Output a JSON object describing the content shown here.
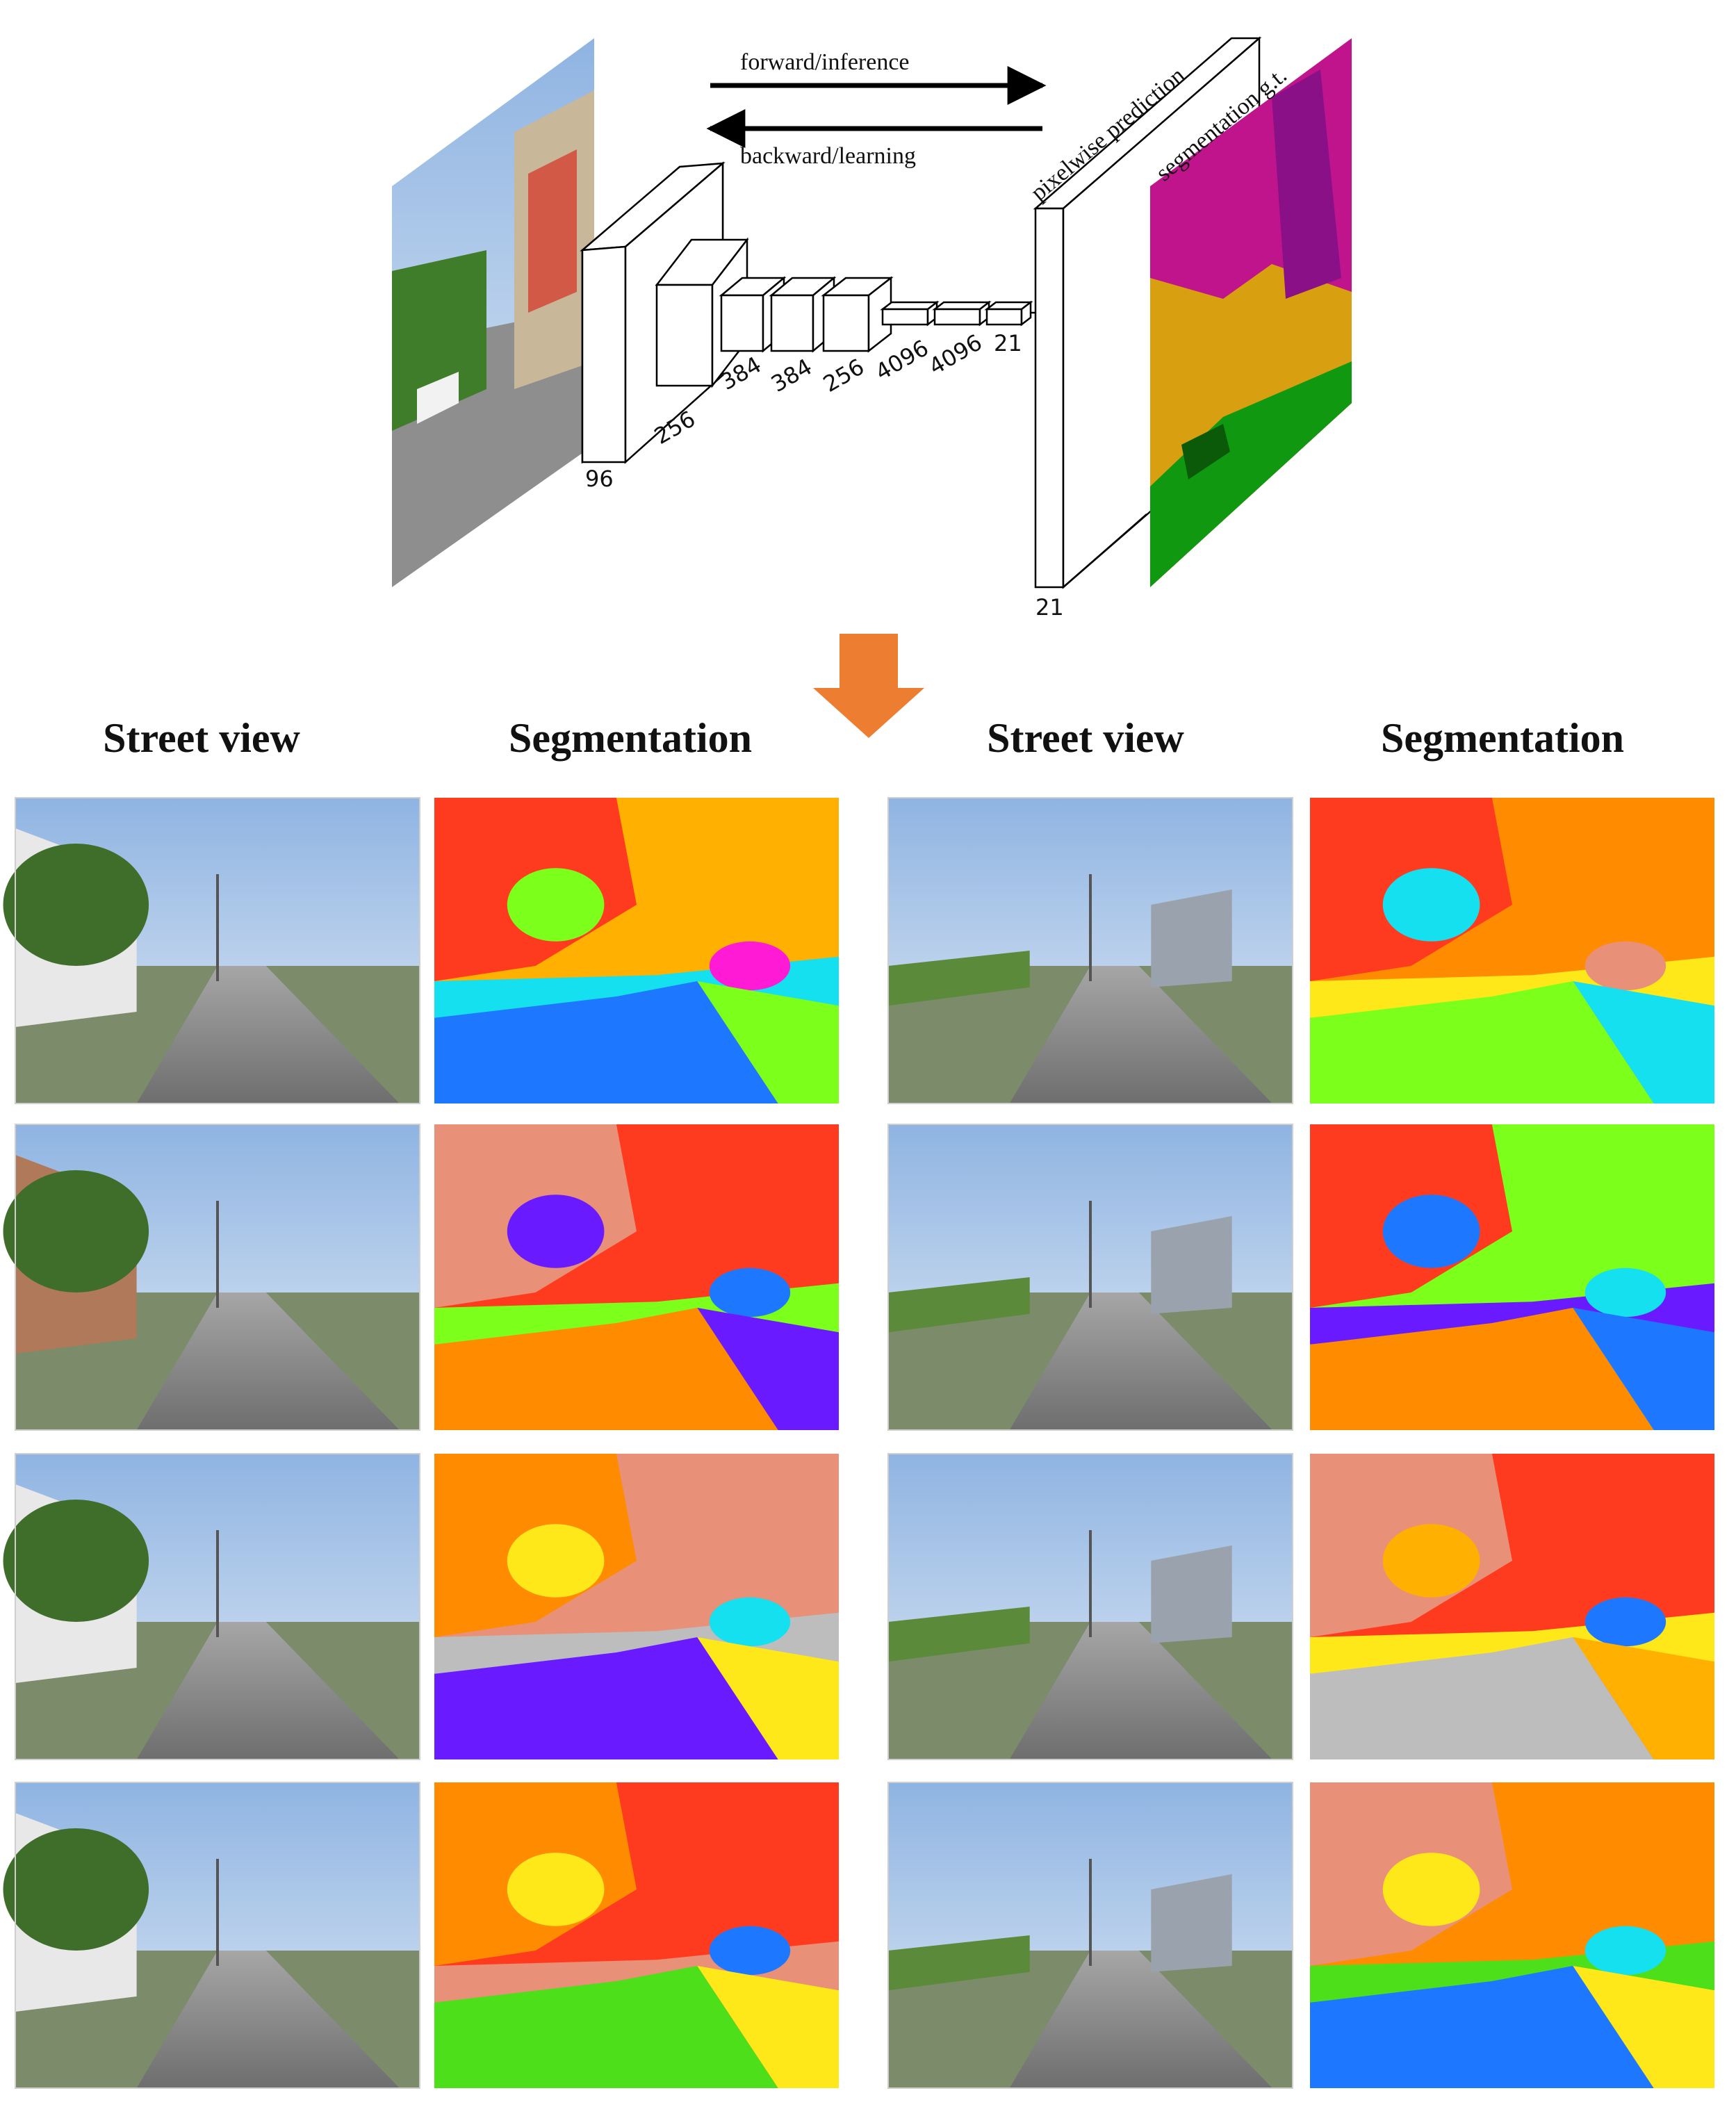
{
  "architecture": {
    "forward_label": "forward/inference",
    "backward_label": "backward/learning",
    "prediction_label": "pixelwise prediction",
    "gt_label": "segmentation g.t.",
    "layer_sizes": [
      "96",
      "256",
      "384",
      "384",
      "256",
      "4096",
      "4096",
      "21"
    ],
    "output_size": "21",
    "arrow_color": "#ed7d31"
  },
  "column_headers": [
    "Street view",
    "Segmentation",
    "Street view",
    "Segmentation"
  ],
  "palette": {
    "red": "#ff3b1f",
    "orange": "#ff8c00",
    "amber": "#ffb000",
    "yellow": "#ffe81a",
    "lime": "#7cff1a",
    "green": "#4de01a",
    "cyan": "#14e0f0",
    "blue": "#1e78ff",
    "violet": "#6a1aff",
    "magenta": "#ff1ad6",
    "salmon": "#e89078",
    "gray": "#bdbdbd",
    "gt_magenta": "#c0148c",
    "gt_orange": "#d8a010",
    "gt_green": "#109810"
  }
}
